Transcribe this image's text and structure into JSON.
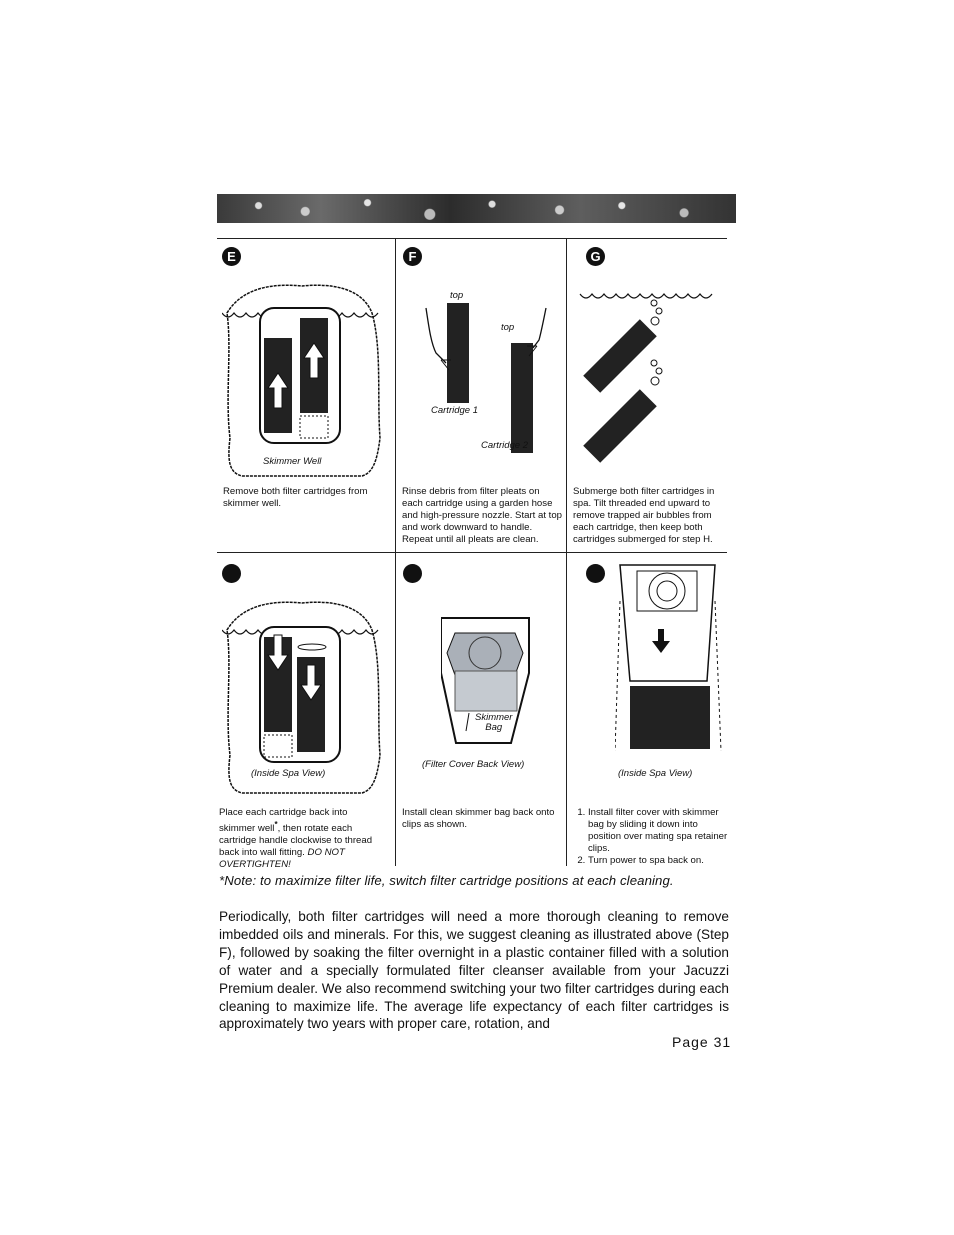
{
  "panels": {
    "E": {
      "badge": "E",
      "label": "Skimmer   Well",
      "caption": "Remove both filter cartridges from skimmer well."
    },
    "F": {
      "badge": "F",
      "top_label_1": "top",
      "top_label_2": "top",
      "cartridge_1": "Cartridge   1",
      "cartridge_2": "Cartridge   2",
      "caption": "Rinse debris from filter pleats on each cartridge using a garden hose and high-pressure nozzle.  Start at top and work downward to handle. Repeat until all pleats are clean."
    },
    "G": {
      "badge": "G",
      "caption": "Submerge both filter cartridges in spa.  Tilt threaded end upward to remove trapped air bubbles from each cartridge, then keep both cartridges submerged for step H."
    },
    "H": {
      "badge": "",
      "label": "(Inside   Spa   View)",
      "caption_main": "Place each cartridge back into skimmer well",
      "caption_star": "*",
      "caption_rest": ", then rotate each cartridge handle clockwise to thread back into wall fitting.  ",
      "caption_warning": "DO NOT OVERTIGHTEN!"
    },
    "I": {
      "badge": "",
      "bag_label_1": "Skimmer",
      "bag_label_2": "Bag",
      "label": "(Filter Cover Back View)",
      "caption": "Install clean skimmer bag back onto clips as shown."
    },
    "J": {
      "badge": "",
      "label": "(Inside   Spa   View)",
      "steps": [
        "Install filter cover with skimmer bag by sliding it down into position over mating spa retainer clips.",
        "Turn power to spa back on."
      ]
    }
  },
  "note": "*Note: to maximize filter life, switch filter cartridge positions at each cleaning.",
  "body": "Periodically, both filter cartridges will need a more thorough cleaning to remove imbedded oils and minerals. For this, we suggest cleaning as illustrated above (Step F), followed by soaking the filter overnight in a plastic container filled with a solution of water and a specially formulated filter cleanser available from your Jacuzzi Premium dealer.  We also recommend switching your two filter cartridges during each cleaning to maximize life.  The average life expectancy of each filter cartridges is approximately two years with proper care, rotation, and",
  "page": "Page 31"
}
